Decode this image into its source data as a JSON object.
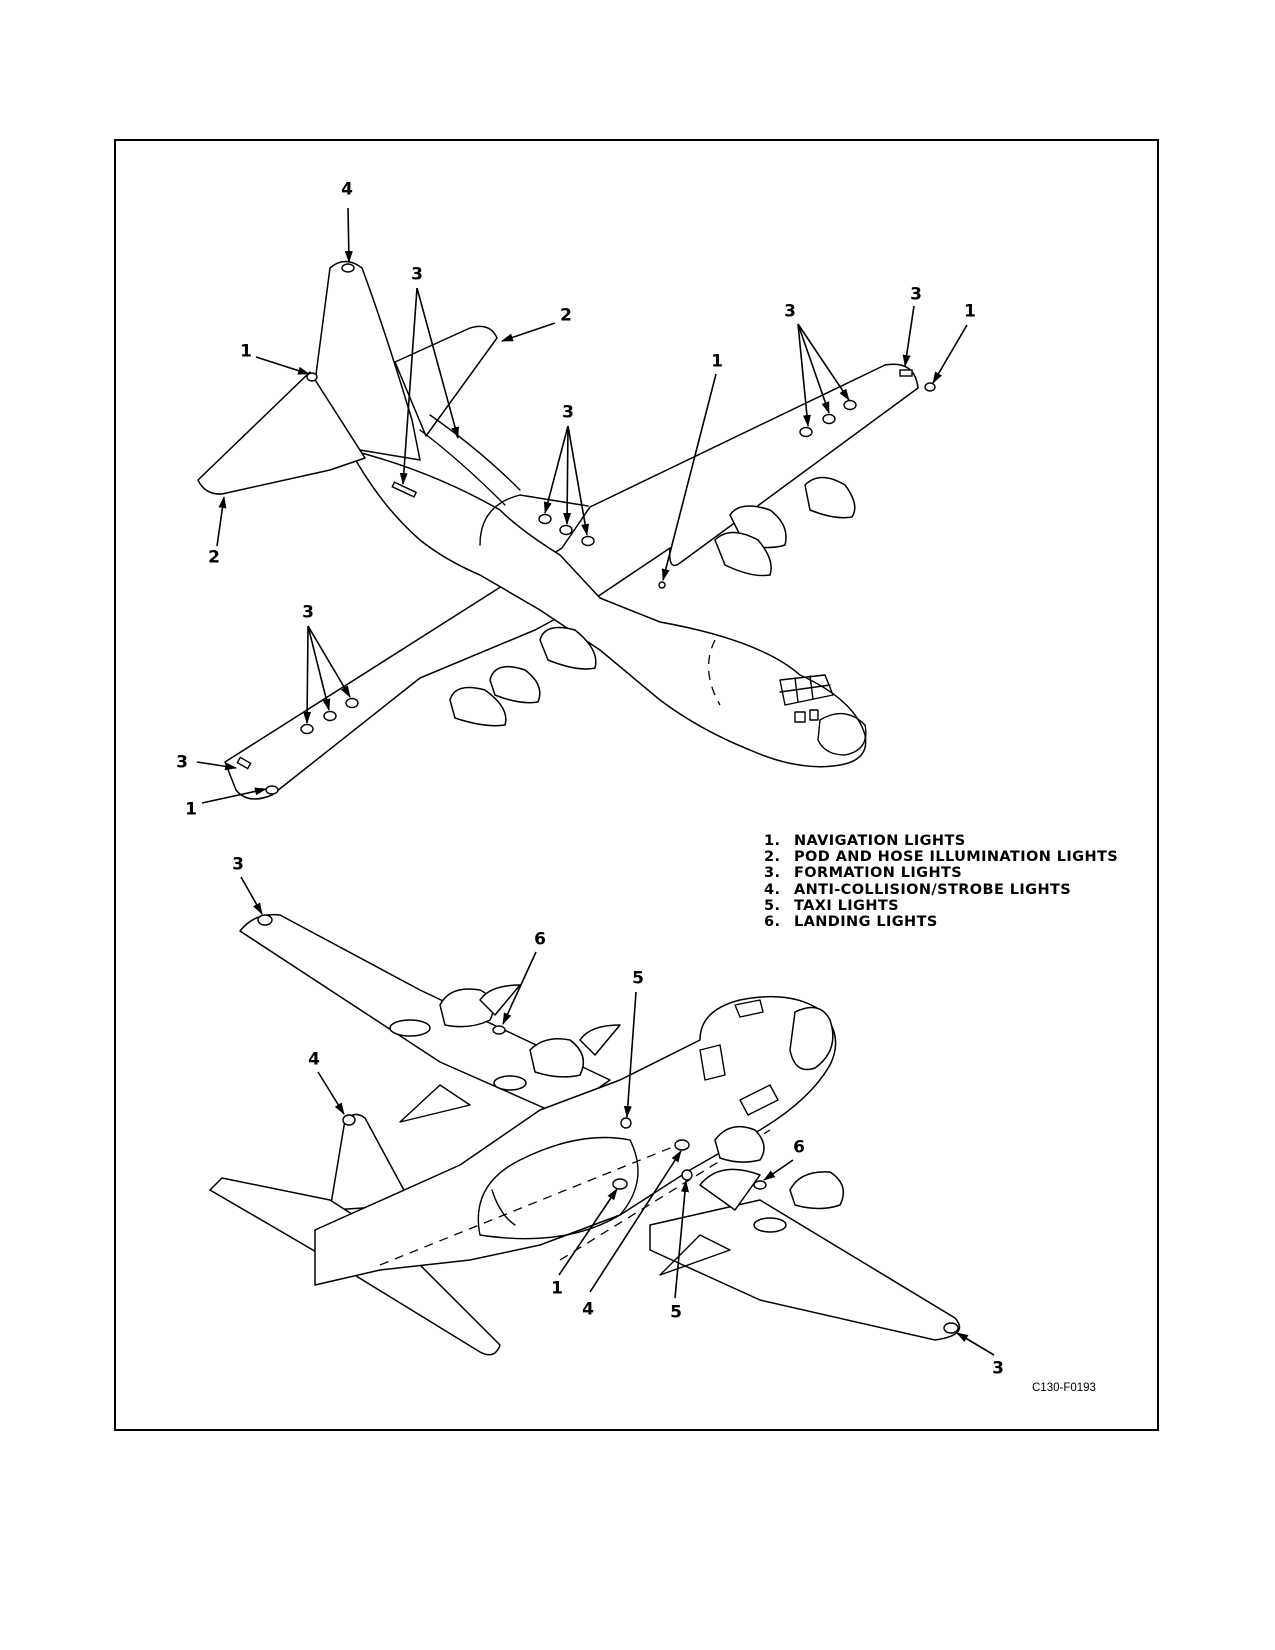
{
  "figure_id": "C130-F0193",
  "legend": [
    {
      "num": "1.",
      "text": "NAVIGATION LIGHTS"
    },
    {
      "num": "2.",
      "text": "POD AND HOSE ILLUMINATION LIGHTS"
    },
    {
      "num": "3.",
      "text": "FORMATION LIGHTS"
    },
    {
      "num": "4.",
      "text": "ANTI-COLLISION/STROBE LIGHTS"
    },
    {
      "num": "5.",
      "text": "TAXI LIGHTS"
    },
    {
      "num": "6.",
      "text": "LANDING LIGHTS"
    }
  ],
  "top_view_callouts": [
    "4",
    "3",
    "2",
    "1",
    "2",
    "3",
    "1",
    "3",
    "3",
    "1",
    "3",
    "3",
    "1"
  ],
  "bottom_view_callouts": [
    "3",
    "6",
    "5",
    "4",
    "6",
    "1",
    "4",
    "5",
    "3"
  ]
}
